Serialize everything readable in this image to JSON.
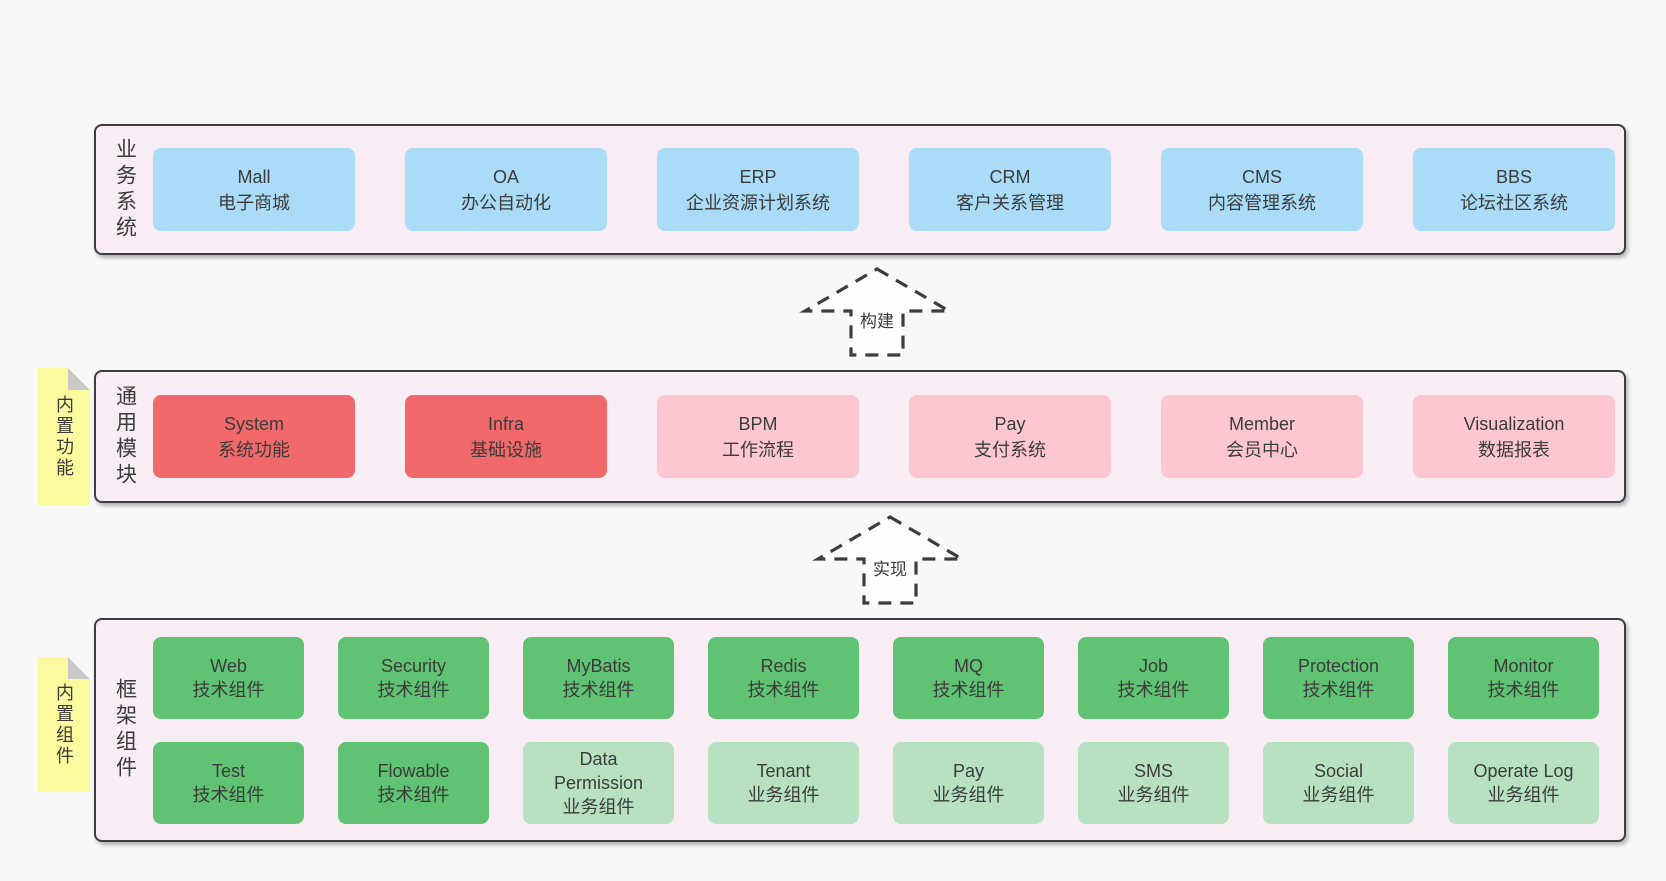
{
  "colors": {
    "page_bg": "#f8f8f8",
    "container_bg": "#f8edf5",
    "container_border": "#3d3d3d",
    "text": "#3b3b3b",
    "blue": "#aadcf7",
    "red": "#f1696b",
    "pink": "#fcc7d0",
    "green": "#60c273",
    "light_green": "#b7e1c1",
    "note_bg": "#fbfa9e",
    "note_fold": "#c9c9c9",
    "arrow_fill": "#fdfdfd"
  },
  "layers": [
    {
      "label": "业务系统",
      "rows": [
        [
          {
            "name": "Mall",
            "desc": "电子商城",
            "variant": "blue"
          },
          {
            "name": "OA",
            "desc": "办公自动化",
            "variant": "blue"
          },
          {
            "name": "ERP",
            "desc": "企业资源计划系统",
            "variant": "blue"
          },
          {
            "name": "CRM",
            "desc": "客户关系管理",
            "variant": "blue"
          },
          {
            "name": "CMS",
            "desc": "内容管理系统",
            "variant": "blue"
          },
          {
            "name": "BBS",
            "desc": "论坛社区系统",
            "variant": "blue"
          }
        ]
      ]
    },
    {
      "label": "通用模块",
      "note": "内置功能",
      "rows": [
        [
          {
            "name": "System",
            "desc": "系统功能",
            "variant": "red"
          },
          {
            "name": "Infra",
            "desc": "基础设施",
            "variant": "red"
          },
          {
            "name": "BPM",
            "desc": "工作流程",
            "variant": "pink"
          },
          {
            "name": "Pay",
            "desc": "支付系统",
            "variant": "pink"
          },
          {
            "name": "Member",
            "desc": "会员中心",
            "variant": "pink"
          },
          {
            "name": "Visualization",
            "desc": "数据报表",
            "variant": "pink"
          }
        ]
      ]
    },
    {
      "label": "框架组件",
      "note": "内置组件",
      "rows": [
        [
          {
            "name": "Web",
            "desc": "技术组件",
            "variant": "green"
          },
          {
            "name": "Security",
            "desc": "技术组件",
            "variant": "green"
          },
          {
            "name": "MyBatis",
            "desc": "技术组件",
            "variant": "green"
          },
          {
            "name": "Redis",
            "desc": "技术组件",
            "variant": "green"
          },
          {
            "name": "MQ",
            "desc": "技术组件",
            "variant": "green"
          },
          {
            "name": "Job",
            "desc": "技术组件",
            "variant": "green"
          },
          {
            "name": "Protection",
            "desc": "技术组件",
            "variant": "green"
          },
          {
            "name": "Monitor",
            "desc": "技术组件",
            "variant": "green"
          }
        ],
        [
          {
            "name": "Test",
            "desc": "技术组件",
            "variant": "green"
          },
          {
            "name": "Flowable",
            "desc": "技术组件",
            "variant": "green"
          },
          {
            "name": "Data Permission",
            "desc": "业务组件",
            "variant": "light-green"
          },
          {
            "name": "Tenant",
            "desc": "业务组件",
            "variant": "light-green"
          },
          {
            "name": "Pay",
            "desc": "业务组件",
            "variant": "light-green"
          },
          {
            "name": "SMS",
            "desc": "业务组件",
            "variant": "light-green"
          },
          {
            "name": "Social",
            "desc": "业务组件",
            "variant": "light-green"
          },
          {
            "name": "Operate Log",
            "desc": "业务组件",
            "variant": "light-green"
          }
        ]
      ]
    }
  ],
  "arrows": [
    {
      "label": "构建"
    },
    {
      "label": "实现"
    }
  ]
}
